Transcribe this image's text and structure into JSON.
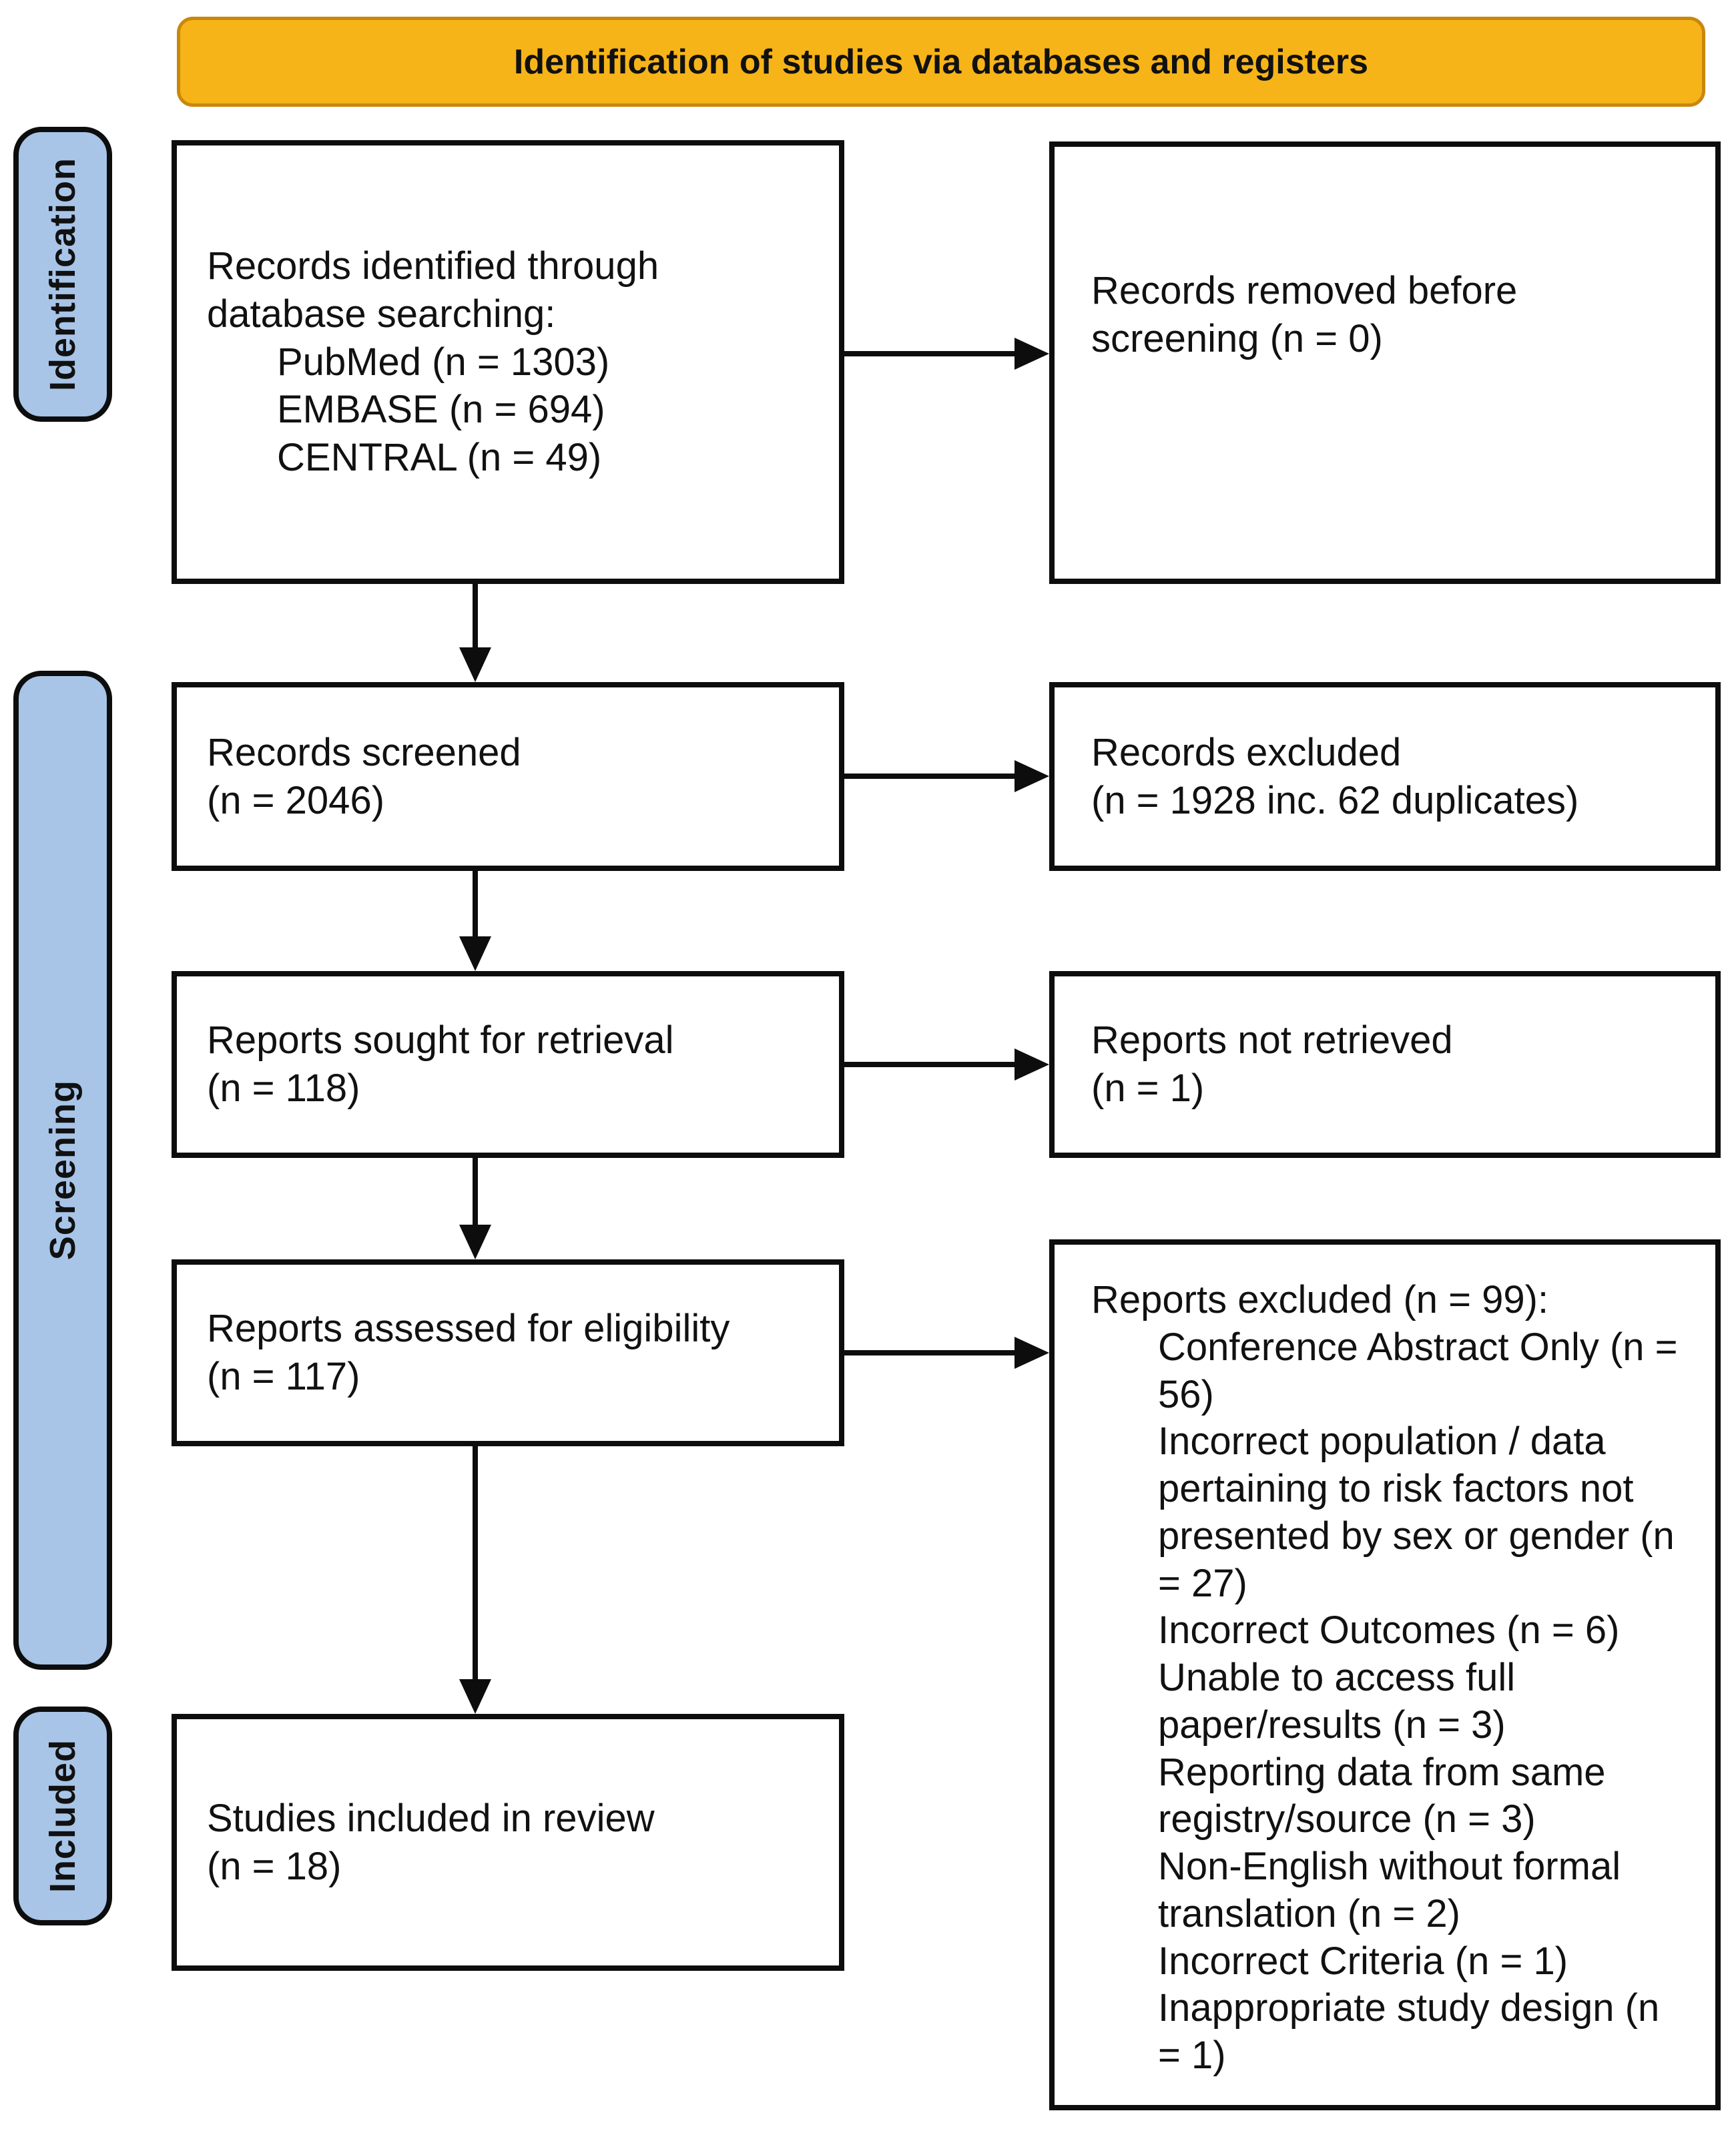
{
  "banner": {
    "title": "Identification of studies via databases and registers"
  },
  "stages": [
    {
      "label": "Identification"
    },
    {
      "label": "Screening"
    },
    {
      "label": "Included"
    }
  ],
  "flow": {
    "identified": {
      "line1": "Records identified through",
      "line2": "database searching:",
      "sources": [
        "PubMed (n = 1303)",
        "EMBASE (n = 694)",
        "CENTRAL (n = 49)"
      ]
    },
    "removed": {
      "text": "Records removed before screening (n = 0)"
    },
    "screened": {
      "label": "Records screened",
      "count": "(n = 2046)"
    },
    "excluded": {
      "label": "Records excluded",
      "count": "(n = 1928 inc. 62 duplicates)"
    },
    "sought": {
      "label": "Reports sought for retrieval",
      "count": "(n = 118)"
    },
    "not_retrieved": {
      "label": "Reports not retrieved",
      "count": "(n = 1)"
    },
    "assessed": {
      "label": "Reports assessed for eligibility",
      "count": "(n = 117)"
    },
    "reports_excluded": {
      "heading": "Reports excluded (n = 99):",
      "reasons": [
        "Conference Abstract Only (n = 56)",
        "Incorrect population / data pertaining to risk factors not presented by sex or gender (n = 27)",
        "Incorrect Outcomes (n = 6)",
        "Unable to access full paper/results (n = 3)",
        "Reporting data from same registry/source (n = 3)",
        "Non-English without formal translation (n = 2)",
        "Incorrect Criteria (n = 1)",
        "Inappropriate study design (n = 1)"
      ]
    },
    "included": {
      "label": "Studies included in review",
      "count": "(n = 18)"
    }
  },
  "colors": {
    "banner_fill": "#F7B418",
    "banner_border": "#C9880C",
    "stage_fill": "#A8C5E8",
    "line_color": "#0d0d0d"
  }
}
